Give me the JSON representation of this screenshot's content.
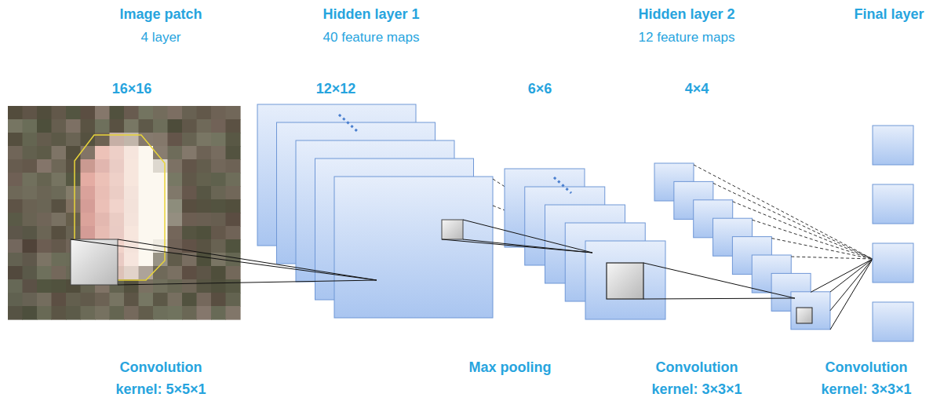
{
  "diagram": {
    "labels": [
      "Image patch",
      "4 layer",
      "Hidden layer 1",
      "40 feature maps",
      "Hidden layer 2",
      "12 feature maps",
      "Final layer",
      "16×16",
      "12×12",
      "6×6",
      "4×4",
      "Convolution kernel: 5×5×1",
      "Max pooling",
      "Convolution kernel: 3×3×1",
      "Convolution kernel: 3×3×1"
    ]
  }
}
